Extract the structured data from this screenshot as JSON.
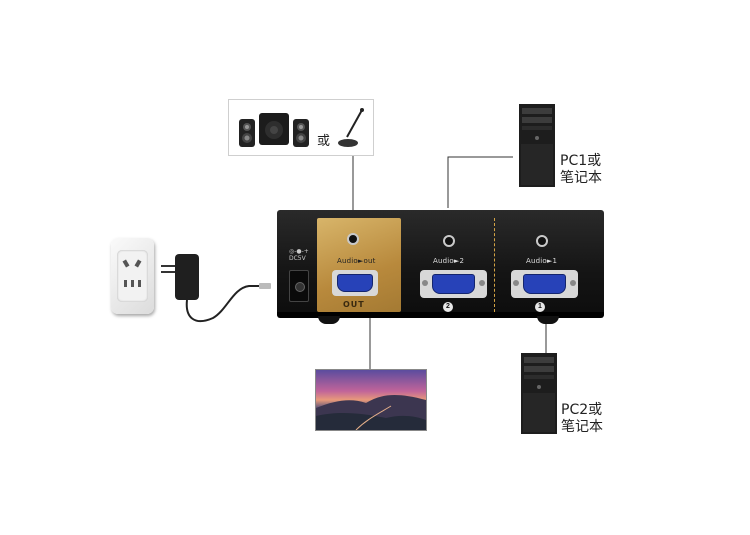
{
  "speaker_box": {
    "or_text": "或",
    "icons": [
      "speaker-icon",
      "subwoofer-icon",
      "speaker-icon",
      "microphone-icon"
    ]
  },
  "pc1": {
    "label_line1": "PC1或",
    "label_line2": "笔记本"
  },
  "pc2": {
    "label_line1": "PC2或",
    "label_line2": "笔记本"
  },
  "device": {
    "dc_label_line1": "DC5V",
    "dc_label_line2": "◎-●-+",
    "out_audio_label": "Audio►out",
    "out_label": "OUT",
    "port2_audio_label": "Audio►2",
    "port2_number": "2",
    "port1_audio_label": "Audio►1",
    "port1_number": "1"
  },
  "colors": {
    "gold_panel": "#c49a4a",
    "vga_blue": "#2742b8",
    "device_body": "#1a1a1a",
    "line": "#333333"
  }
}
